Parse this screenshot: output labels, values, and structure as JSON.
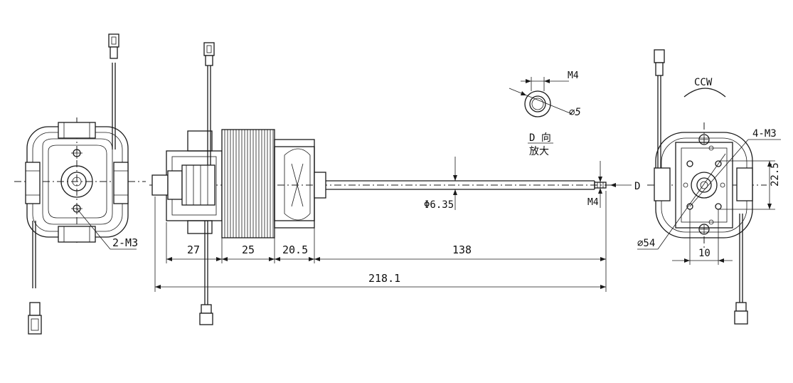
{
  "front_view": {
    "label_holes": "2-M3"
  },
  "side_view": {
    "dim_27": "27",
    "dim_25": "25",
    "dim_20_5": "20.5",
    "dim_138": "138",
    "dim_total": "218.1",
    "shaft_diameter": "Φ6.35",
    "shaft_thread": "M4",
    "view_arrow": "D"
  },
  "detail_view": {
    "thread": "M4",
    "diameter": "⌀5",
    "caption_line1": "D 向",
    "caption_line2": "放大"
  },
  "rear_view": {
    "rotation": "CCW",
    "holes": "4-M3",
    "dim_22_5": "22.5",
    "dim_10": "10",
    "diameter": "⌀54"
  }
}
